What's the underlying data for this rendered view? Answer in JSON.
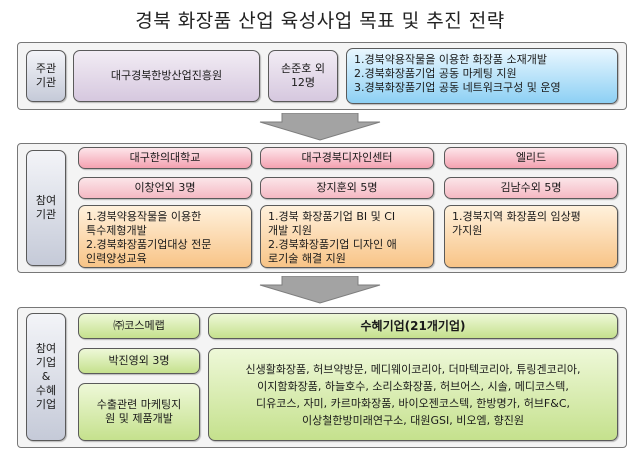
{
  "title": "경북 화장품 산업 육성사업 목표 및 추진 전략",
  "section1": {
    "label": [
      "주관",
      "기관"
    ],
    "org": "대구경북한방산업진흥원",
    "lead": [
      "손준호 외",
      "12명"
    ],
    "goals": [
      "1.경북약용작물을 이용한 화장품 소재개발",
      "2.경북화장품기업 공동 마케팅 지원",
      "3.경북화장품기업 공동 네트워크구성 및 운영"
    ]
  },
  "section2": {
    "label": [
      "참여",
      "기관"
    ],
    "columns": [
      {
        "org": "대구한의대학교",
        "lead": "이창언외 3명",
        "tasks": [
          "1.경북약용작물을 이용한",
          "특수제형개발",
          "2.경북화장품기업대상 전문",
          "인력양성교육"
        ]
      },
      {
        "org": "대구경북디자인센터",
        "lead": "장지훈외 5명",
        "tasks": [
          "1.경북 화장품기업 BI 및 CI",
          "개발 지원",
          "2.경북화장품기업 디자인 애",
          "로기술 해결 지원"
        ]
      },
      {
        "org": "엘리드",
        "lead": "김남수외 5명",
        "tasks": [
          "1.경북지역 화장품의 임상평",
          "가지원"
        ]
      }
    ]
  },
  "section3": {
    "label": [
      "참여",
      "기업",
      "&",
      "수혜",
      "기업"
    ],
    "company": "㈜코스메랩",
    "lead": "박진영외 3명",
    "task": [
      "수출관련 마케팅지",
      "원 및 제품개발"
    ],
    "beneficiary_header": "수혜기업(21개기업)",
    "beneficiaries": [
      "신생활화장품, 허브약방문, 메디웨이코리아, 더마텍코리아, 튜링겐코리아,",
      "이지함화장품, 하늘호수, 소리소화장품, 허브어스, 시솔, 메디코스텍,",
      "디유코스, 자미, 카르마화장품, 바이오젠코스텍, 한방명가, 허브F&C,",
      "이상철한방미래연구소, 대원GSI, 비오엠, 향진원"
    ]
  },
  "colors": {
    "purple": "#d6c8df",
    "blue": "#8dd0f4",
    "pink": "#f4a2b1",
    "orange": "#f8c487",
    "green": "#c5e18d",
    "arrow": "#9a9a9a"
  }
}
